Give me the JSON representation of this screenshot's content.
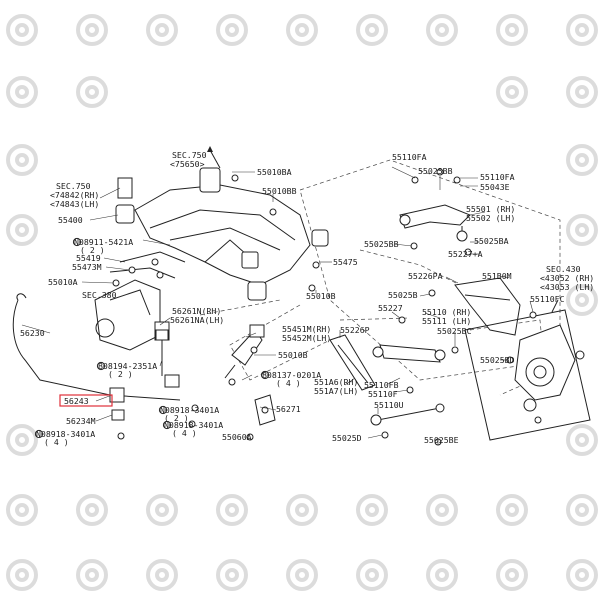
{
  "highlight_color": "#e0303a",
  "labels": {
    "sec750_top_a": "SEC.750",
    "sec750_top_b": "<75650>",
    "sec750_left": "SEC.750",
    "r74842": "<74842(RH)",
    "r74843": "<74843(LH)",
    "p55010BA": "55010BA",
    "p55010BB": "55010BB",
    "p55400": "55400",
    "n08911": "N08911-5421A",
    "q2a": "( 2 )",
    "p55419": "55419",
    "p55473M": "55473M",
    "p55010A": "55010A",
    "sec380": "SEC.380",
    "p55475": "55475",
    "p55010B_a": "55010B",
    "p56261N": "56261N(RH)",
    "p56261NA": "56261NA(LH)",
    "p56230": "56230",
    "b08194": "B08194-2351A",
    "q2b": "( 2 )",
    "p56243": "56243",
    "p56234M": "56234M",
    "n08918_a": "N08918-3401A",
    "q4a": "( 4 )",
    "n08918_b": "N08918-3401A",
    "q2c": "( 2 )",
    "n08918_c": "N08918-3401A",
    "q4b": "( 4 )",
    "p55060A": "55060A",
    "p56271": "56271",
    "p55451M": "55451M(RH)",
    "p55452M": "55452M(LH)",
    "p55010B_b": "55010B",
    "b08137": "B08137-0201A",
    "q4c": "( 4 )",
    "p55226P": "55226P",
    "p551A6": "551A6(RH)",
    "p551A7": "551A7(LH)",
    "p55110FA": "55110FA",
    "p55025BB_a": "55025BB",
    "p55110FA_b": "55110FA",
    "p55043E": "55043E",
    "p55501": "55501 (RH)",
    "p55502": "55502 (LH)",
    "p55025BB_b": "55025BB",
    "p55025BA": "55025BA",
    "p55227": "55227+A",
    "p55226PA": "55226PA",
    "p551B0M": "551B0M",
    "sec430": "SEC.430",
    "r43052": "<43052 (RH)",
    "r43053": "<43053 (LH)",
    "p55025B_a": "55025B",
    "p55227b": "55227",
    "p55110": "55110 (RH)",
    "p55111": "55111 (LH)",
    "p55110FC": "55110FC",
    "p55025BC": "55025BC",
    "p55025BD": "55025BD",
    "p55110FB": "55110FB",
    "p55110F": "55110F",
    "p55110U": "55110U",
    "p55025D": "55025D",
    "p55025BE": "55025BE"
  }
}
